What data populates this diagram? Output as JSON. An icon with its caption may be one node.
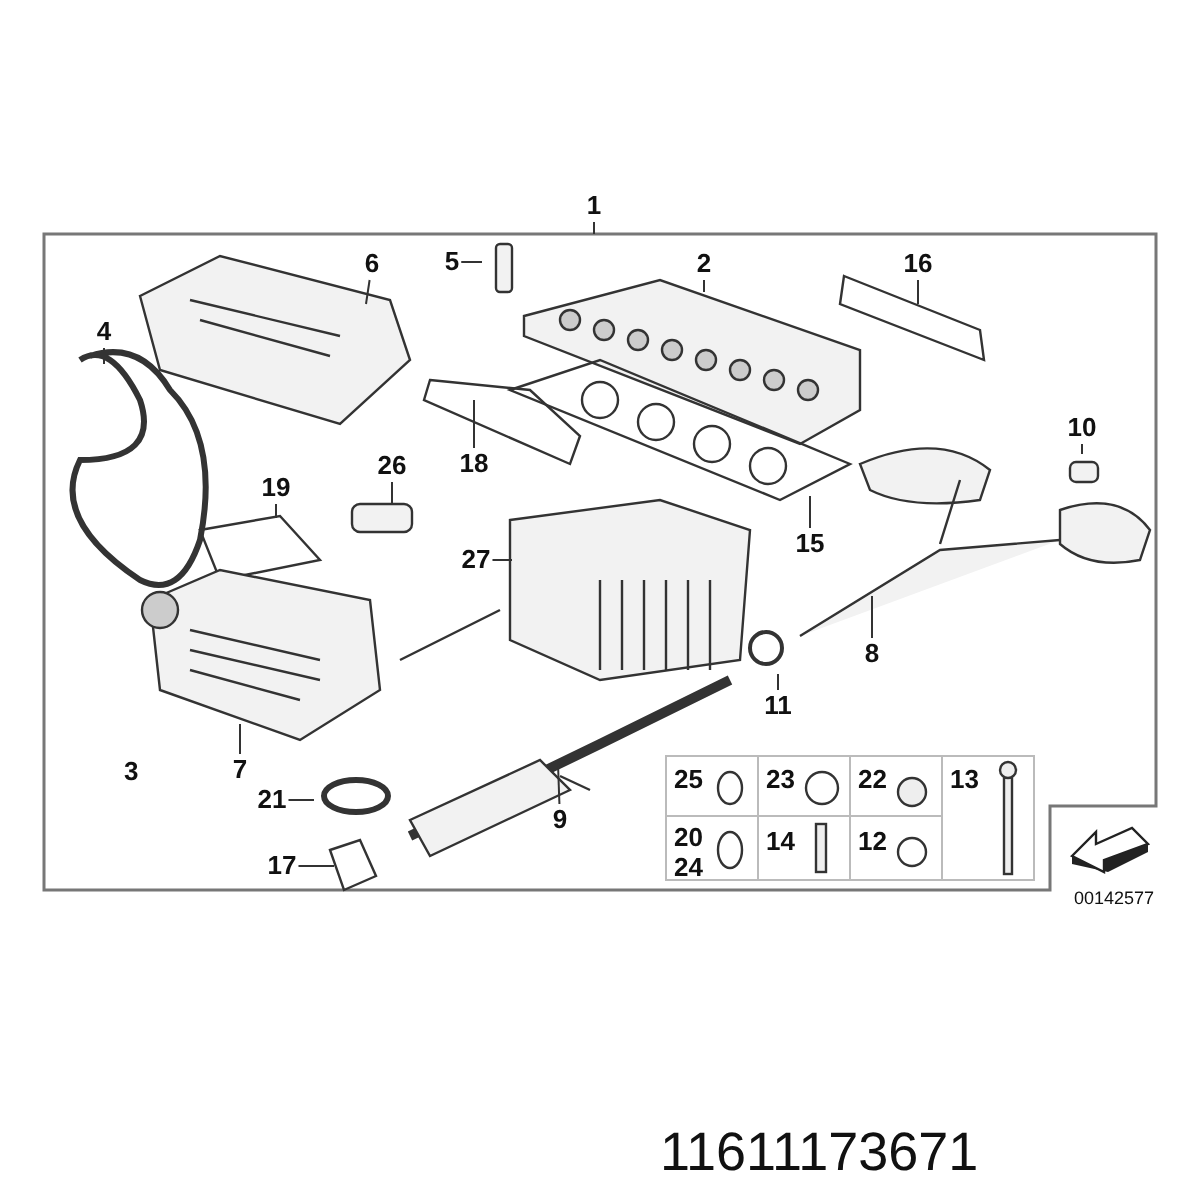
{
  "diagram": {
    "nodes": [
      {
        "text": [
          "1"
        ]
      },
      {
        "text": [
          "6"
        ]
      },
      {
        "text": [
          "5"
        ]
      },
      {
        "text": [
          "2"
        ]
      },
      {
        "text": [
          "16"
        ]
      },
      {
        "text": [
          "4"
        ]
      },
      {
        "text": [
          "10"
        ]
      },
      {
        "text": [
          "19"
        ]
      },
      {
        "text": [
          "26"
        ]
      },
      {
        "text": [
          "18"
        ]
      },
      {
        "text": [
          "27"
        ]
      },
      {
        "text": [
          "15"
        ]
      },
      {
        "text": [
          "8"
        ]
      },
      {
        "text": [
          "11"
        ]
      },
      {
        "text": [
          "7"
        ]
      },
      {
        "text": [
          "21"
        ]
      },
      {
        "text": [
          "9"
        ]
      },
      {
        "text": [
          "17"
        ]
      }
    ],
    "edges": [
      {
        "from": 0,
        "to": null,
        "arrow": "none"
      },
      {
        "from": 1,
        "to": null,
        "arrow": "none"
      },
      {
        "from": 2,
        "to": null,
        "arrow": "none"
      },
      {
        "from": 3,
        "to": null,
        "arrow": "none"
      },
      {
        "from": 4,
        "to": null,
        "arrow": "none"
      },
      {
        "from": 5,
        "to": null,
        "arrow": "none"
      },
      {
        "from": 6,
        "to": null,
        "arrow": "none"
      },
      {
        "from": 7,
        "to": null,
        "arrow": "none"
      },
      {
        "from": 8,
        "to": null,
        "arrow": "none"
      },
      {
        "from": 9,
        "to": null,
        "arrow": "none"
      },
      {
        "from": 10,
        "to": null,
        "arrow": "none"
      },
      {
        "from": 11,
        "to": null,
        "arrow": "none"
      },
      {
        "from": 12,
        "to": null,
        "arrow": "none"
      },
      {
        "from": 13,
        "to": null,
        "arrow": "none"
      },
      {
        "from": 14,
        "to": null,
        "arrow": "none"
      },
      {
        "from": 15,
        "to": null,
        "arrow": "none"
      },
      {
        "from": 16,
        "to": null,
        "arrow": "none"
      },
      {
        "from": 17,
        "to": null,
        "arrow": "none"
      }
    ],
    "labels": [
      "3",
      "25",
      "23",
      "22",
      "13",
      "20",
      "24",
      "14",
      "12",
      "00142577",
      "11611173671"
    ]
  }
}
